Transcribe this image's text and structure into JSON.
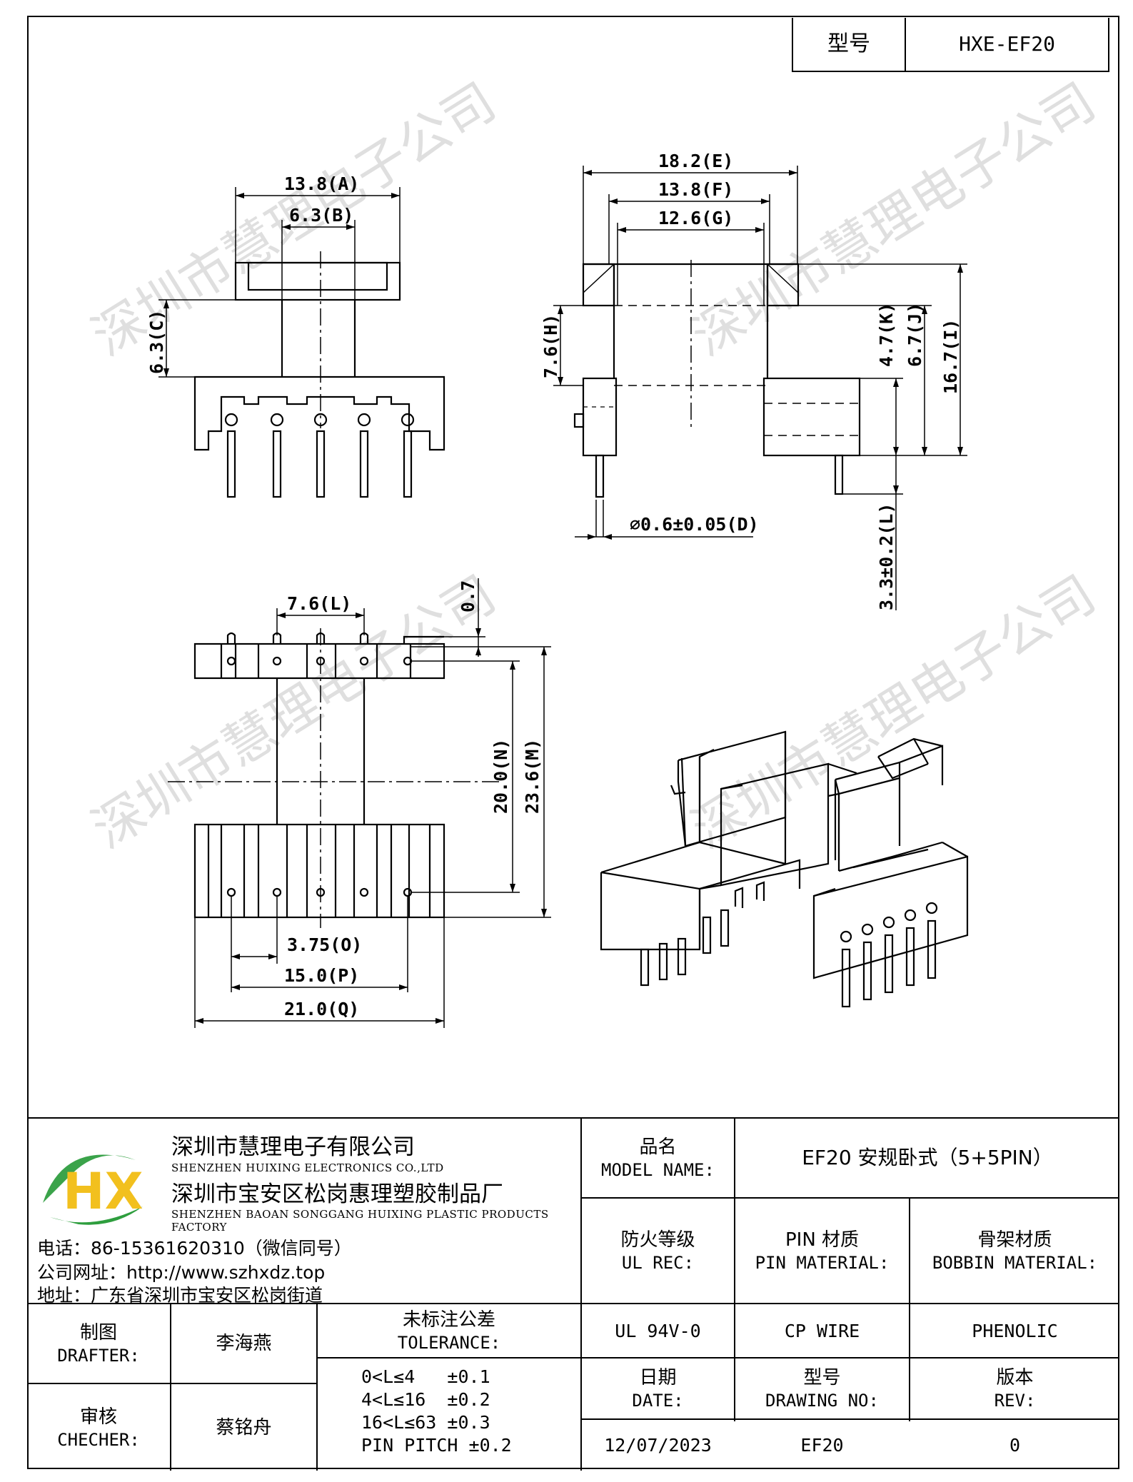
{
  "header": {
    "model_label": "型号",
    "model_value": "HXE-EF20"
  },
  "dimensions": {
    "A": "13.8(A)",
    "B": "6.3(B)",
    "C": "6.3(C)",
    "E": "18.2(E)",
    "F": "13.8(F)",
    "G": "12.6(G)",
    "H": "7.6(H)",
    "K": "4.7(K)",
    "J": "6.7(J)",
    "I": "16.7(I)",
    "D": "⌀0.6±0.05(D)",
    "L_pin": "3.3±0.2(L)",
    "L": "7.6(L)",
    "gap": "0.7",
    "N": "20.0(N)",
    "M": "23.6(M)",
    "O": "3.75(O)",
    "P": "15.0(P)",
    "Q": "21.0(Q)"
  },
  "watermark": {
    "text": "深圳市慧理电子公司"
  },
  "company": {
    "name_cn": "深圳市慧理电子有限公司",
    "name_en": "SHENZHEN HUIXING ELECTRONICS CO.,LTD",
    "factory_cn": "深圳市宝安区松岗惠理塑胶制品厂",
    "factory_en": "SHENZHEN BAOAN SONGGANG HUIXING PLASTIC PRODUCTS FACTORY",
    "phone": "电话：86-15361620310（微信同号）",
    "website": "公司网址：http://www.szhxdz.top",
    "address": "地址：广东省深圳市宝安区松岗街道",
    "logo_text": "HX",
    "colors": {
      "logo_green": "#2e9e3e",
      "logo_yellow": "#f2c01e",
      "logo_swoosh": "#3aa34a"
    }
  },
  "title_block": {
    "model_name_cn": "品名",
    "model_name_en": "MODEL NAME:",
    "model_name_value": "EF20 安规卧式（5+5PIN）",
    "ul_cn": "防火等级",
    "ul_en": "UL REC:",
    "pin_mat_cn": "PIN 材质",
    "pin_mat_en": "PIN MATERIAL:",
    "bobbin_mat_cn": "骨架材质",
    "bobbin_mat_en": "BOBBIN MATERIAL:",
    "ul_value": "UL 94V-0",
    "pin_value": "CP WIRE",
    "bobbin_value": "PHENOLIC",
    "drafter_cn": "制图",
    "drafter_en": "DRAFTER:",
    "drafter_name": "李海燕",
    "checker_cn": "审核",
    "checker_en": "CHECHER:",
    "checker_name": "蔡铭舟",
    "tolerance_cn": "未标注公差",
    "tolerance_en": "TOLERANCE:",
    "tolerance_rows": [
      "0<L≤4   ±0.1",
      "4<L≤16  ±0.2",
      "16<L≤63 ±0.3",
      "PIN PITCH ±0.2"
    ],
    "date_cn": "日期",
    "date_en": "DATE:",
    "date_value": "12/07/2023",
    "drawing_cn": "型号",
    "drawing_en": "DRAWING NO:",
    "drawing_value": "EF20",
    "rev_cn": "版本",
    "rev_en": "REV:",
    "rev_value": "0"
  }
}
